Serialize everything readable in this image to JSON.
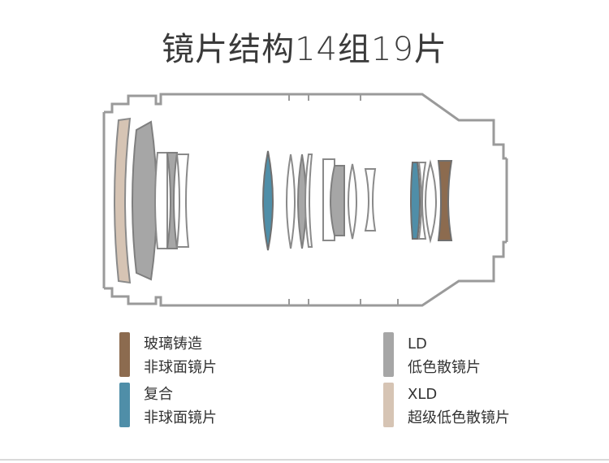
{
  "title": "镜片结构14组19片",
  "colors": {
    "glass_molded_aspherical": "#8c6b4f",
    "hybrid_aspherical": "#4f8ea8",
    "ld": "#a6a6a6",
    "xld": "#d6c4b4",
    "barrel_outline": "#9a9a9a"
  },
  "legend": [
    {
      "swatch_color": "#8c6b4f",
      "line1": "玻璃铸造",
      "line2": "非球面镜片"
    },
    {
      "swatch_color": "#4f8ea8",
      "line1": "复合",
      "line2": "非球面镜片"
    },
    {
      "swatch_color": "#a6a6a6",
      "line1": "LD",
      "line2": "低色散镜片"
    },
    {
      "swatch_color": "#d6c4b4",
      "line1": "XLD",
      "line2": "超级低色散镜片"
    }
  ]
}
